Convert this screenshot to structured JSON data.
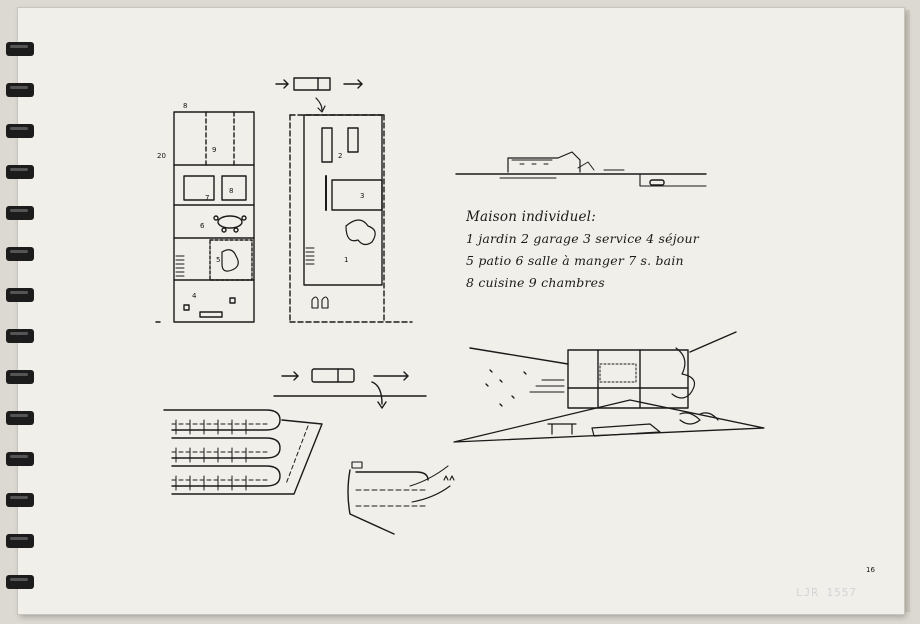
{
  "sheet": {
    "legend_title": "Maison individuel:",
    "legend_lines": [
      "1 jardin 2 garage 3 service 4 séjour",
      "5 patio 6 salle à manger 7 s. bain",
      "8 cuisine 9 chambres"
    ],
    "page_number": "16",
    "archive_stamp": "LJR 1557"
  },
  "plan_labels": {
    "plan_a": [
      "8",
      "20",
      "9",
      "7",
      "8",
      "6",
      "5",
      "4"
    ],
    "plan_b": [
      "2",
      "3",
      "1"
    ]
  }
}
